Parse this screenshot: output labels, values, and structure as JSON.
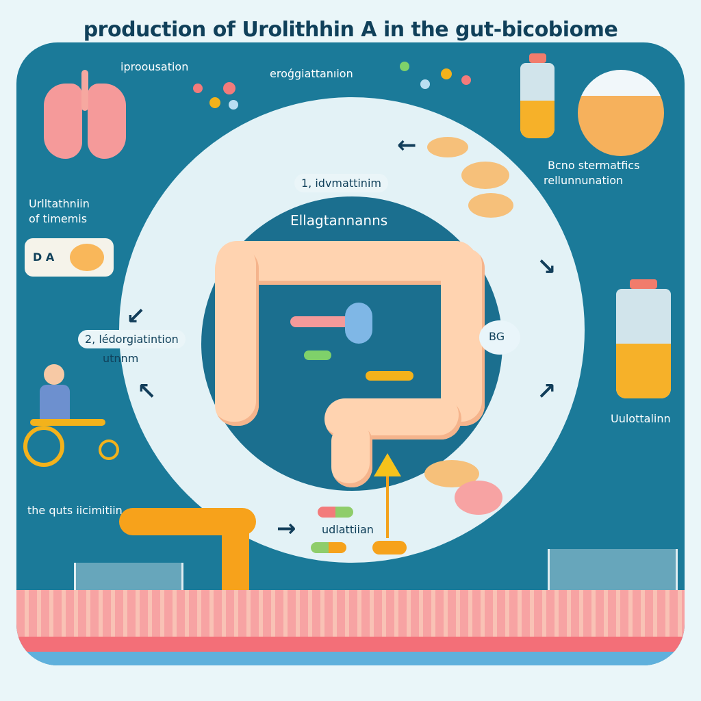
{
  "title": "production of Urolithhin A in the gut-bicobiome",
  "labels": {
    "top_left": "iproousation",
    "top_middle": "eroǵgiattanıion",
    "right_upper_line1": "Bcno stermatfics",
    "right_upper_line2": "rellunnunation",
    "left_upper_line1": "Urlltathniin",
    "left_upper_line2": "of timemis",
    "da_box": "D A",
    "step1": "1, idvmattinim",
    "center": "Ellagtannanns",
    "step2_line1": "2, lédorgiatintion",
    "step2_line2": "utnnm",
    "b6": "BG",
    "right_lower": "Uulottalinn",
    "bottom_left": "the quts iicimitiin",
    "bottom_center": "udlattiian"
  },
  "icons": {
    "lungs": "lungs-icon",
    "molecule": "molecule-icon",
    "bottle": "bottle-icon",
    "warning": "warning-sign-icon",
    "person_wheelchair": "person-wheelchair-icon",
    "intestine": "intestine-icon",
    "jar": "jar-icon",
    "pipe": "pipe-icon",
    "bacteria": "bacteria-icon",
    "capsule": "capsule-icon"
  },
  "colors": {
    "background": "#eaf6f9",
    "panel": "#1b7a99",
    "ring": "#e3f2f6",
    "inner": "#1b6f8f",
    "title": "#10405a",
    "colon": "#ffd3b0",
    "accent_orange": "#f7a21b",
    "accent_pink": "#f36f78"
  }
}
